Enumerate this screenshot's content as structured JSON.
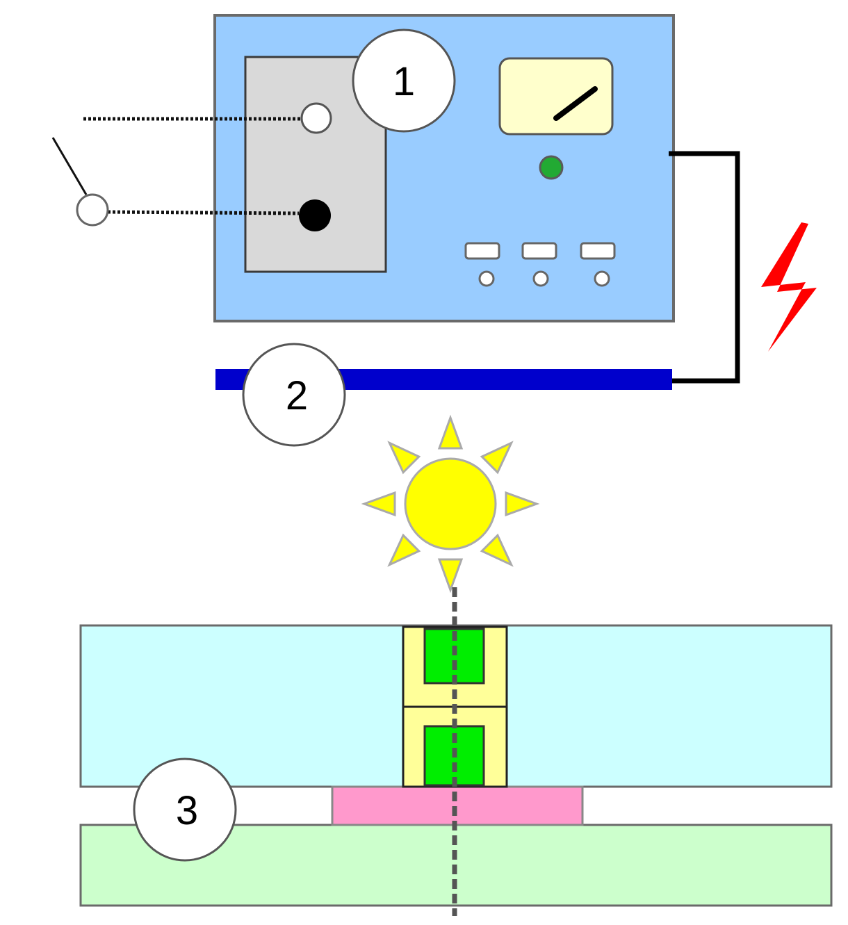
{
  "callouts": [
    {
      "number": "1"
    },
    {
      "number": "2"
    },
    {
      "number": "3"
    }
  ],
  "icons": {
    "power_supply": "power-supply-unit",
    "electrode_bar": "electrode-bar",
    "light_source": "sun-icon",
    "electric_charge": "lightning-bolt-icon",
    "meter": "dial-meter-icon",
    "indicator": "status-led-icon",
    "switch": "open-switch-icon"
  },
  "colors": {
    "unit_body": "#99ccff",
    "terminal_panel": "#d9d9d9",
    "meter_face": "#ffffcc",
    "led": "#22aa33",
    "electrode": "#0000cc",
    "lightning": "#ff0000",
    "sun": "#ffff00",
    "upper_layer": "#ccffff",
    "lower_layer": "#ccffcc",
    "cell_frame": "#ffff99",
    "cell_core": "#00ee00",
    "contact_pad": "#ff99cc"
  }
}
